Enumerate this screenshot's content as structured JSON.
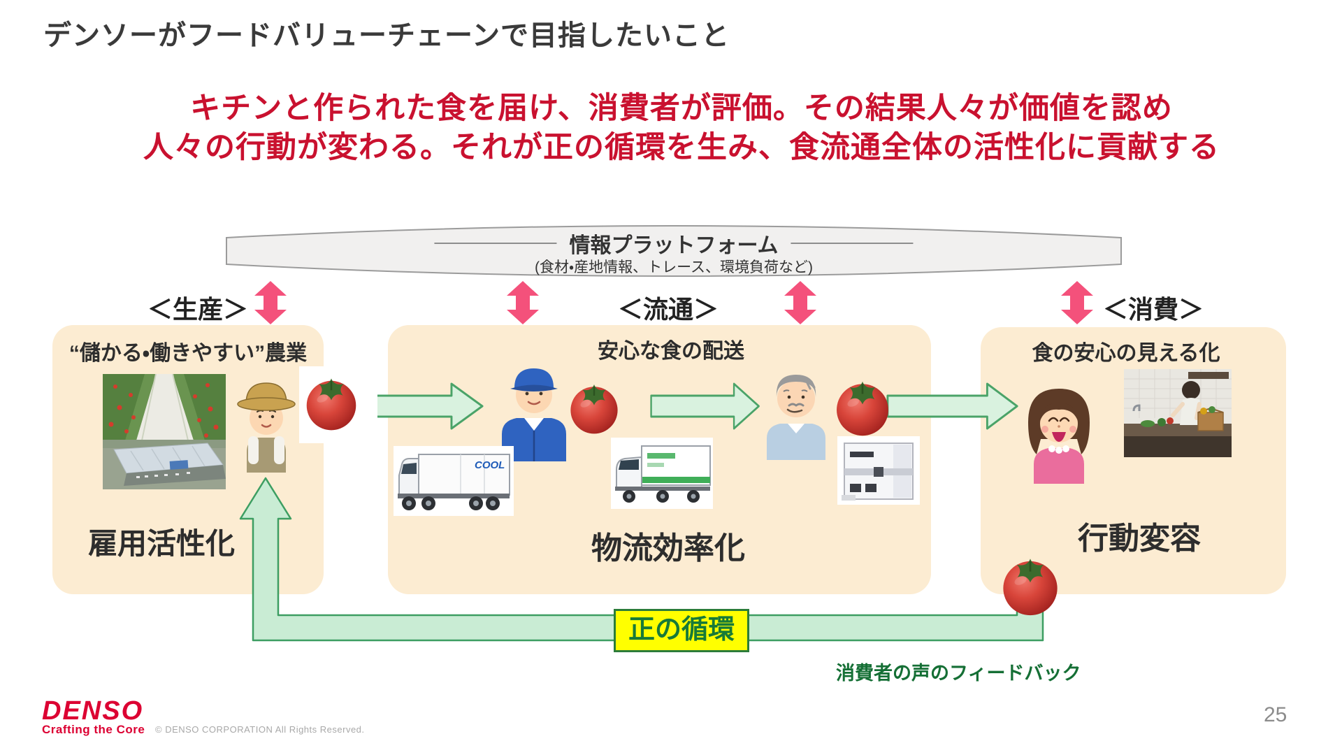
{
  "slide": {
    "title": "デンソーがフードバリューチェーンで目指したいこと",
    "message_line1": "キチンと作られた食を届け、消費者が評価。その結果人々が価値を認め",
    "message_line2": "人々の行動が変わる。それが正の循環を生み、食流通全体の活性化に貢献する",
    "page_number": "25"
  },
  "platform": {
    "title": "情報プラットフォーム",
    "subtitle": "(食材・産地情報、トレース、環境負荷など)"
  },
  "stages": {
    "production": "＜生産＞",
    "distribution": "＜流通＞",
    "consumption": "＜消費＞"
  },
  "boxes": {
    "production": {
      "title": "“儲かる・働きやすい”農業",
      "outcome": "雇用活性化"
    },
    "distribution": {
      "title": "安心な食の配送",
      "outcome": "物流効率化"
    },
    "consumption": {
      "title": "食の安心の見える化",
      "outcome": "行動変容"
    }
  },
  "feedback": {
    "cycle_label": "正の循環",
    "caption": "消費者の声のフィードバック"
  },
  "truck": {
    "cool_label": "COOL"
  },
  "footer": {
    "logo": "DENSO",
    "tagline": "Crafting the Core",
    "copyright": "© DENSO CORPORATION All Rights Reserved."
  },
  "colors": {
    "message_red": "#c9112f",
    "denso_red": "#dc0032",
    "box_beige": "#fcecd2",
    "pink_arrow": "#f4517b",
    "green_arrow_fill": "#d9f2df",
    "green_arrow_stroke": "#4aa368",
    "feedback_band_fill": "#c9ecd4",
    "cycle_yellow": "#ffff00",
    "green_text": "#156f35"
  }
}
